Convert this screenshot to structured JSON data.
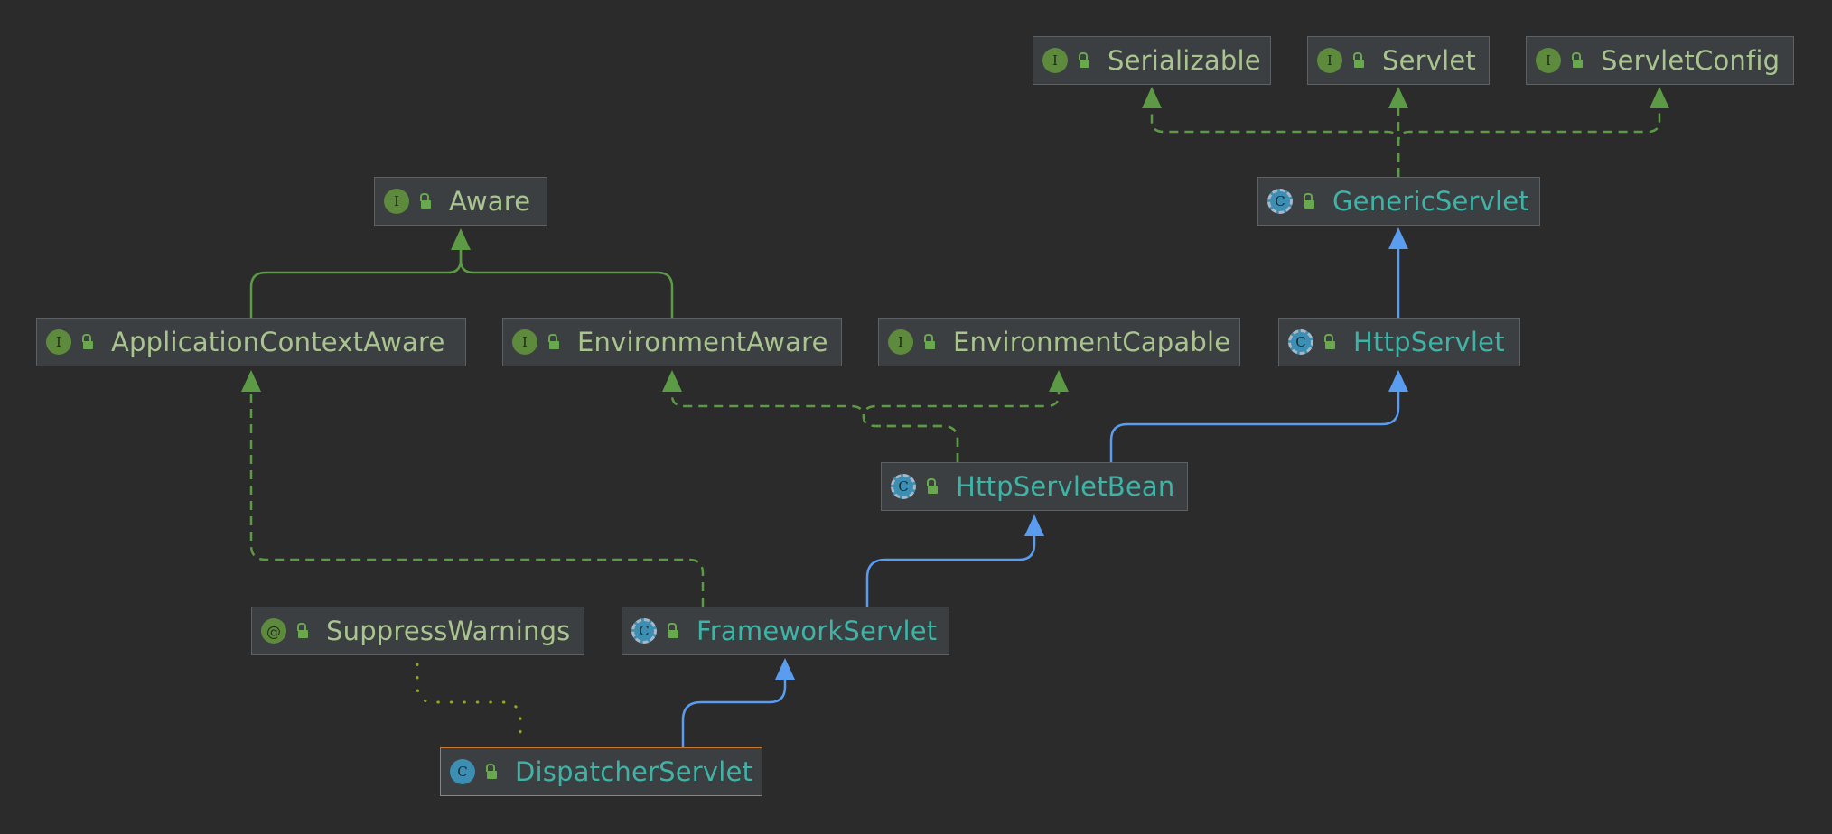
{
  "diagram": {
    "title": "",
    "nodes": [
      {
        "id": "serializable",
        "label": "Serializable",
        "kind": "interface"
      },
      {
        "id": "servlet",
        "label": "Servlet",
        "kind": "interface"
      },
      {
        "id": "servletconfig",
        "label": "ServletConfig",
        "kind": "interface"
      },
      {
        "id": "aware",
        "label": "Aware",
        "kind": "interface"
      },
      {
        "id": "genericservlet",
        "label": "GenericServlet",
        "kind": "abstract-class"
      },
      {
        "id": "applicationcontextaware",
        "label": "ApplicationContextAware",
        "kind": "interface"
      },
      {
        "id": "environmentaware",
        "label": "EnvironmentAware",
        "kind": "interface"
      },
      {
        "id": "environmentcapable",
        "label": "EnvironmentCapable",
        "kind": "interface"
      },
      {
        "id": "httpservlet",
        "label": "HttpServlet",
        "kind": "abstract-class"
      },
      {
        "id": "httpservletbean",
        "label": "HttpServletBean",
        "kind": "abstract-class"
      },
      {
        "id": "suppresswarnings",
        "label": "SuppressWarnings",
        "kind": "annotation"
      },
      {
        "id": "frameworkservlet",
        "label": "FrameworkServlet",
        "kind": "abstract-class"
      },
      {
        "id": "dispatcherservlet",
        "label": "DispatcherServlet",
        "kind": "class",
        "selected": true
      }
    ],
    "edges": [
      {
        "from": "genericservlet",
        "to": "serializable",
        "type": "implements"
      },
      {
        "from": "genericservlet",
        "to": "servlet",
        "type": "implements"
      },
      {
        "from": "genericservlet",
        "to": "servletconfig",
        "type": "implements"
      },
      {
        "from": "applicationcontextaware",
        "to": "aware",
        "type": "interface-extends"
      },
      {
        "from": "environmentaware",
        "to": "aware",
        "type": "interface-extends"
      },
      {
        "from": "httpservlet",
        "to": "genericservlet",
        "type": "extends"
      },
      {
        "from": "httpservletbean",
        "to": "environmentaware",
        "type": "implements"
      },
      {
        "from": "httpservletbean",
        "to": "environmentcapable",
        "type": "implements"
      },
      {
        "from": "httpservletbean",
        "to": "httpservlet",
        "type": "extends"
      },
      {
        "from": "frameworkservlet",
        "to": "httpservletbean",
        "type": "extends"
      },
      {
        "from": "frameworkservlet",
        "to": "applicationcontextaware",
        "type": "implements"
      },
      {
        "from": "dispatcherservlet",
        "to": "frameworkservlet",
        "type": "extends"
      },
      {
        "from": "suppresswarnings",
        "to": "dispatcherservlet",
        "type": "annotation"
      }
    ],
    "colors": {
      "background": "#2b2b2b",
      "node_fill": "#3c3f41",
      "node_border": "#5e6163",
      "selected_border": "#c57633",
      "interface_text": "#a9c48f",
      "class_text": "#3fb3a6",
      "extends_edge": "#5a9cf0",
      "implements_edge": "#5d9a45",
      "interface_extends_edge": "#5d9a45",
      "annotation_edge": "#9aa61a"
    }
  }
}
